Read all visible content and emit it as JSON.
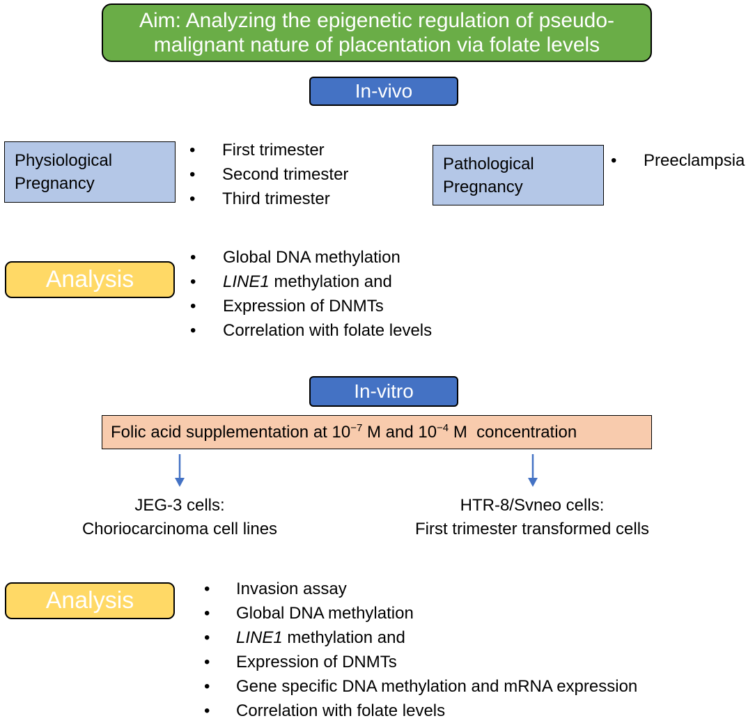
{
  "aim": {
    "line1": "Aim: Analyzing the epigenetic regulation of pseudo-",
    "line2": "malignant nature of placentation via folate levels"
  },
  "in_vivo": {
    "label": "In-vivo"
  },
  "physiological": {
    "line1": "Physiological",
    "line2": "Pregnancy",
    "items": [
      "First trimester",
      "Second trimester",
      "Third trimester"
    ]
  },
  "pathological": {
    "line1": "Pathological",
    "line2": "Pregnancy",
    "items": [
      "Preeclampsia"
    ]
  },
  "analysis_1": {
    "label": "Analysis",
    "items": {
      "global": "Global DNA methylation",
      "line1_italic": "LINE1",
      "line1_rest": " methylation and",
      "dnmt": "Expression of DNMTs",
      "folate": "Correlation with folate levels"
    }
  },
  "in_vitro": {
    "label": "In-vitro"
  },
  "folic": {
    "prefix": "Folic acid supplementation at 10",
    "exp1": "−7",
    "middle": " M and 10",
    "exp2": "−4",
    "suffix": " M  concentration"
  },
  "jeg": {
    "line1": "JEG-3 cells:",
    "line2": "Choriocarcinoma cell lines"
  },
  "htr": {
    "line1": "HTR-8/Svneo cells:",
    "line2": "First trimester transformed cells"
  },
  "analysis_2": {
    "label": "Analysis",
    "items": {
      "invasion": "Invasion assay",
      "global": "Global DNA methylation",
      "line1_italic": "LINE1",
      "line1_rest": " methylation and",
      "dnmt": "Expression of DNMTs",
      "gene": "Gene specific DNA methylation and mRNA expression",
      "folate": "Correlation with folate levels"
    }
  },
  "colors": {
    "aim_green": "#6aad47",
    "stage_blue": "#4472c4",
    "pregnancy_lightblue": "#b4c7e7",
    "analysis_yellow": "#ffd966",
    "folic_salmon": "#f8cbad",
    "arrow_blue": "#4472c4"
  }
}
